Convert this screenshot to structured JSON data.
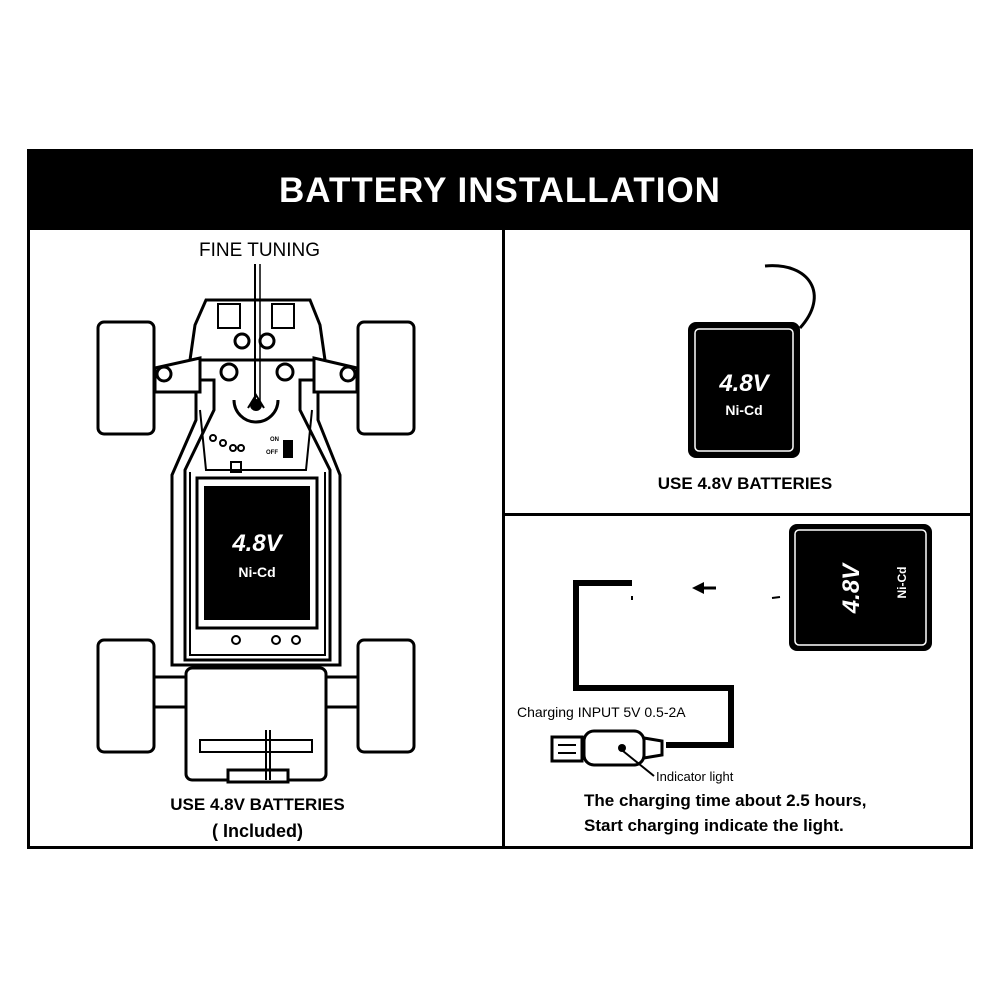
{
  "header": {
    "title": "BATTERY INSTALLATION"
  },
  "left_panel": {
    "fine_tuning_label": "FINE TUNING",
    "battery_voltage": "4.8V",
    "battery_type": "Ni-Cd",
    "caption_line1": "USE 4.8V BATTERIES",
    "caption_line2": "( Included)",
    "switch_on": "ON",
    "switch_off": "OFF"
  },
  "top_right_panel": {
    "battery_voltage": "4.8V",
    "battery_type": "Ni-Cd",
    "caption": "USE 4.8V BATTERIES"
  },
  "bottom_right_panel": {
    "battery_voltage": "4.8V",
    "battery_type": "Ni-Cd",
    "charging_input_label": "Charging INPUT 5V  0.5-2A",
    "indicator_light_label": "Indicator light",
    "note_line1": "The charging time about 2.5 hours,",
    "note_line2": "Start charging indicate the light."
  },
  "colors": {
    "ink": "#000000",
    "paper": "#ffffff"
  }
}
